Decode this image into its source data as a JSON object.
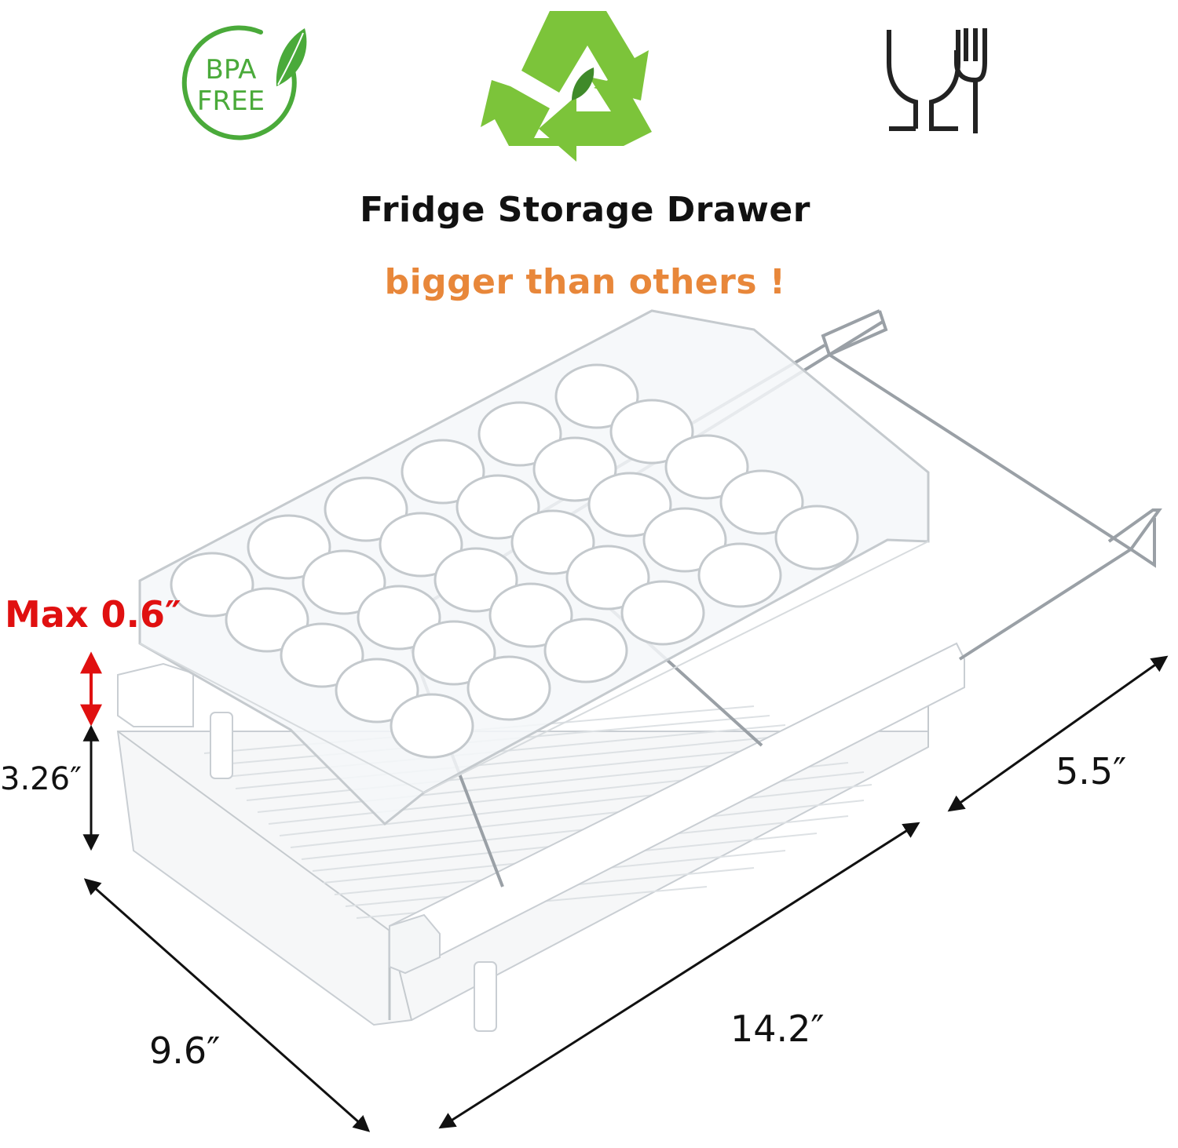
{
  "badges": {
    "bpa_line1": "BPA",
    "bpa_line2": "FREE",
    "bpa_color": "#4aaa3a",
    "recycle_icon": "recycle-icon",
    "recycle_color": "#7cc43a",
    "food_safe_icon": "food-safe-icon"
  },
  "heading": {
    "title": "Fridge Storage Drawer",
    "subtitle": "bigger than others !",
    "title_color": "#111111",
    "subtitle_color": "#e8873a"
  },
  "dimensions": {
    "max_gap": "Max 0.6″",
    "height": "3.26″",
    "depth": "5.5″",
    "length": "14.2″",
    "width": "9.6″",
    "max_gap_color": "#e01010"
  },
  "product": {
    "egg_slots": 30
  }
}
